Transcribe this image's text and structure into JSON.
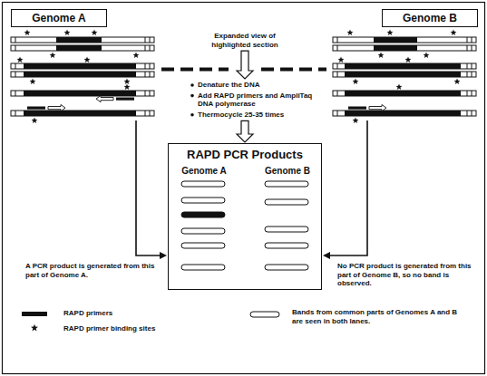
{
  "diagram": {
    "nodes": [
      {
        "text": [
          "Genome A"
        ]
      },
      {
        "text": [
          "Genome B"
        ]
      },
      {
        "text": [
          "RAPD PCR Products",
          "Genome A",
          "Genome B"
        ]
      }
    ],
    "labels": [
      "Expanded view of highlighted section",
      "Denature the DNA",
      "Add RAPD primers and AmpliTaq DNA polymerase",
      "Thermocycle 25-35 times",
      "A PCR product is generated from this part of Genome A.",
      "No PCR product is generated from this part of Genome B, so no band is observed."
    ],
    "legend": [
      {
        "text": "RAPD primers",
        "color": "#111111"
      },
      {
        "text": "RAPD primer binding sites"
      },
      {
        "text": "Bands from common parts of Genomes A and B are seen in both lanes."
      }
    ]
  }
}
